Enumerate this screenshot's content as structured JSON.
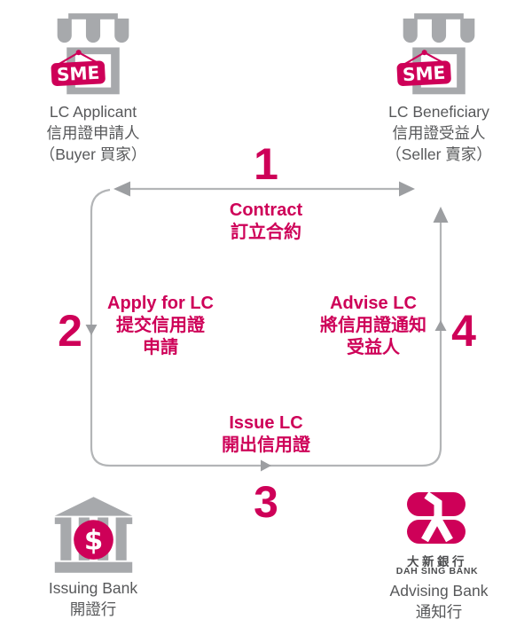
{
  "palette": {
    "accent": "#ce0058",
    "icon_gray": "#a7a9ac",
    "text_gray": "#57585a",
    "line_gray": "#b3b5b7",
    "arrow_gray": "#9c9ea1",
    "logo_text_gray": "#4c4d4f"
  },
  "parties": {
    "applicant": {
      "name_en": "LC Applicant",
      "name_zh": "信用證申請人",
      "role": "（Buyer 買家）"
    },
    "beneficiary": {
      "name_en": "LC Beneficiary",
      "name_zh": "信用證受益人",
      "role": "（Seller 賣家）"
    },
    "issuing_bank": {
      "name_en": "Issuing Bank",
      "name_zh": "開證行"
    },
    "advising_bank": {
      "name_en": "Advising Bank",
      "name_zh": "通知行"
    }
  },
  "steps": {
    "s1": {
      "num": "1",
      "en": "Contract",
      "zh": "訂立合約"
    },
    "s2": {
      "num": "2",
      "en": "Apply for LC",
      "zh_line1": "提交信用證",
      "zh_line2": "申請"
    },
    "s3": {
      "num": "3",
      "en": "Issue LC",
      "zh": "開出信用證"
    },
    "s4": {
      "num": "4",
      "en": "Advise LC",
      "zh_line1": "將信用證通知",
      "zh_line2": "受益人"
    }
  },
  "icons": {
    "sme_sign_label": "SME",
    "dollar_sign": "$"
  },
  "logo": {
    "zh": "大新銀行",
    "en": "DAH SING BANK"
  }
}
